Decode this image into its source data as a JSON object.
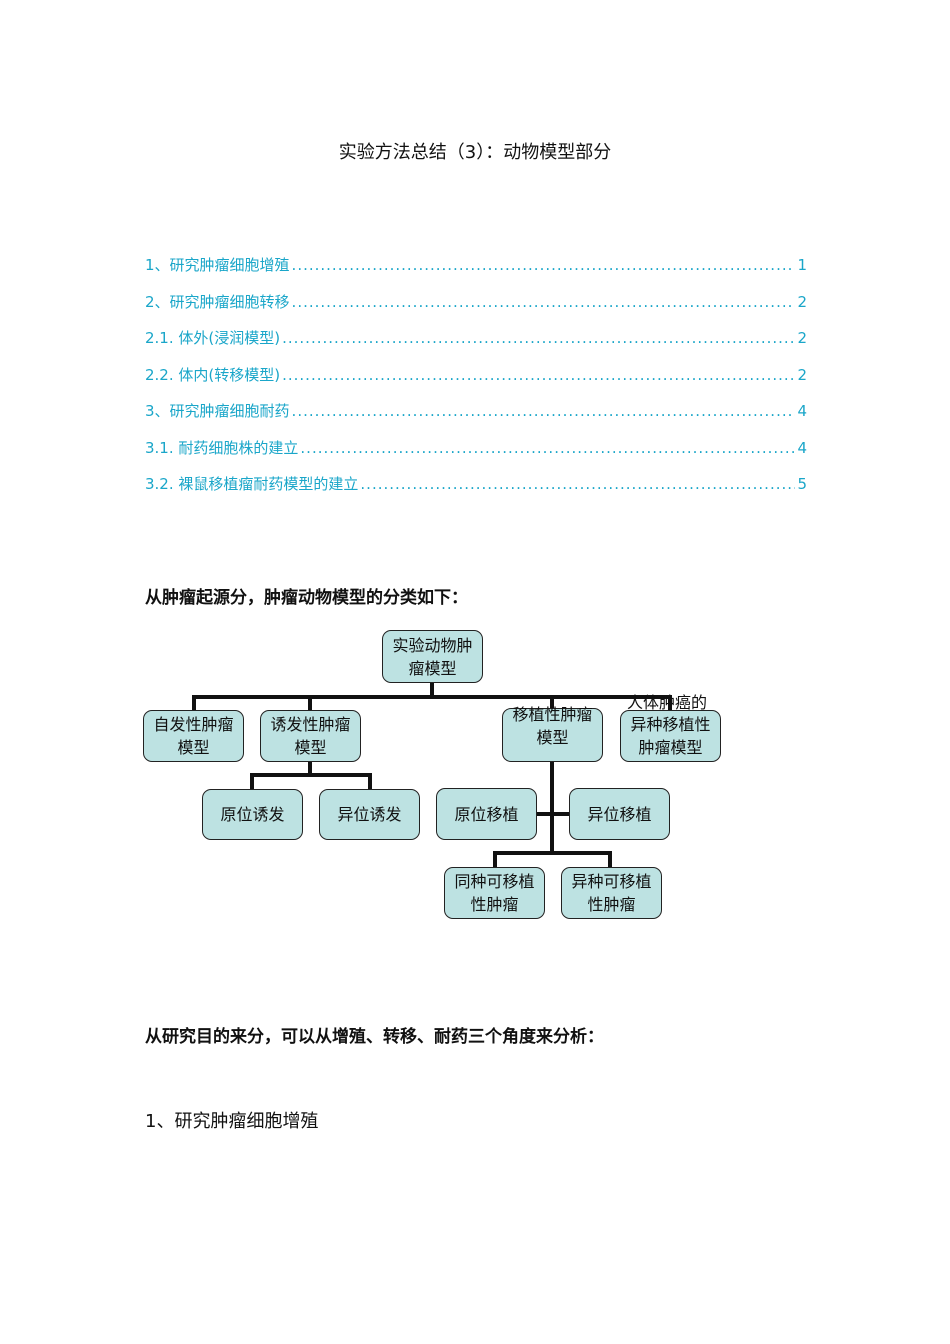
{
  "title": "实验方法总结（3）：动物模型部分",
  "toc": [
    {
      "label": "1、研究肿瘤细胞增殖",
      "page": "1"
    },
    {
      "label": "2、研究肿瘤细胞转移",
      "page": "2"
    },
    {
      "label": "2.1. 体外(浸润模型)",
      "page": "2"
    },
    {
      "label": "2.2. 体内(转移模型)",
      "page": "2"
    },
    {
      "label": "3、研究肿瘤细胞耐药",
      "page": "4"
    },
    {
      "label": "3.1. 耐药细胞株的建立",
      "page": "4"
    },
    {
      "label": "3.2. 裸鼠移植瘤耐药模型的建立",
      "page": "5"
    }
  ],
  "heading1": "从肿瘤起源分，肿瘤动物模型的分类如下：",
  "diagram": {
    "root": [
      "实验动物肿",
      "瘤模型"
    ],
    "spontaneous": [
      "自发性肿瘤",
      "模型"
    ],
    "induced": [
      "诱发性肿瘤",
      "模型"
    ],
    "transplant": [
      "移植性肿瘤",
      "模型"
    ],
    "xeno_human": [
      "异种移植性",
      "肿瘤模型"
    ],
    "xeno_note": "人体肿癌的",
    "orthotopic_induced": "原位诱发",
    "ectopic_induced": "异位诱发",
    "orthotopic_transplant": "原位移植",
    "ectopic_transplant": "异位移植",
    "allo": [
      "同种可移植",
      "性肿瘤"
    ],
    "xeno": [
      "异种可移植",
      "性肿瘤"
    ]
  },
  "heading2": "从研究目的来分，可以从增殖、转移、耐药三个角度来分析：",
  "section1": "1、研究肿瘤细胞增殖"
}
